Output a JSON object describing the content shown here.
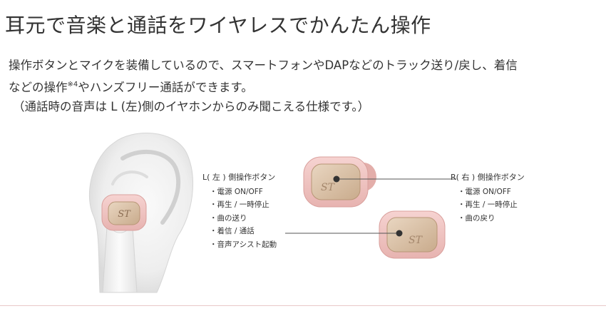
{
  "title": "耳元で音楽と通話をワイヤレスでかんたん操作",
  "description": {
    "line1": "操作ボタンとマイクを装備しているので、スマートフォンやDAPなどのトラック送り/戻し、着信",
    "line2_before": "などの操作",
    "line2_note": "※4",
    "line2_after": "やハンズフリー通話ができます。",
    "line3": "（通話時の音声は L (左)側のイヤホンからのみ聞こえる仕様です。）"
  },
  "left_panel": {
    "header": "L( 左 ) 側操作ボタン",
    "items": [
      "・電源 ON/OFF",
      "・再生 / 一時停止",
      "・曲の送り",
      "・着信 / 通話",
      "・音声アシスト起動"
    ]
  },
  "right_panel": {
    "header": "R( 右 ) 側操作ボタン",
    "items": [
      "・電源 ON/OFF",
      "・再生 / 一時停止",
      "・曲の戻り"
    ]
  },
  "colors": {
    "earbud_pink": "#f1c6c3",
    "button_gold": "#d8bfa3",
    "line_gray": "#555555"
  }
}
